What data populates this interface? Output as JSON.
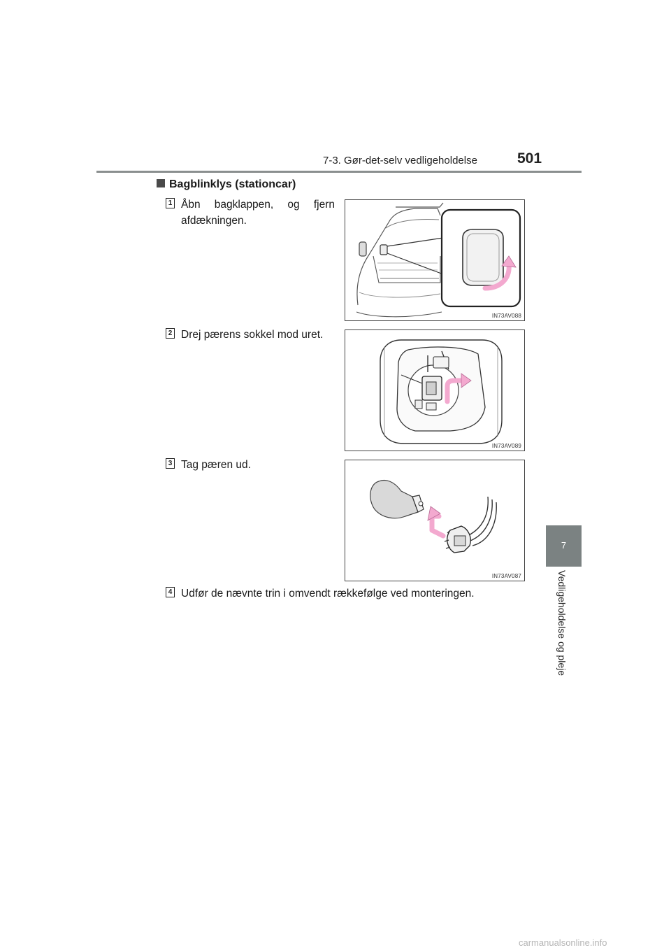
{
  "header": {
    "section": "7-3. Gør-det-selv vedligeholdelse",
    "page_number": "501"
  },
  "side_tab": {
    "chapter_number": "7",
    "chapter_title": "Vedligeholdelse og pleje"
  },
  "section_title": "Bagblinklys (stationcar)",
  "steps": [
    {
      "number": "1",
      "text": "Åbn bagklappen, og fjern afdækningen.",
      "figure_code": "IN73AV088"
    },
    {
      "number": "2",
      "text": "Drej pærens sokkel mod uret.",
      "figure_code": "IN73AV089"
    },
    {
      "number": "3",
      "text": "Tag pæren ud.",
      "figure_code": "IN73AV087"
    },
    {
      "number": "4",
      "text": "Udfør de nævnte trin i omvendt rækkefølge ved monteringen."
    }
  ],
  "watermark": "carmanualsonline.info",
  "colors": {
    "arrow_pink": "#f3a9cf",
    "tab_gray": "#7b8282",
    "rule_gray": "#8a8f8f"
  }
}
